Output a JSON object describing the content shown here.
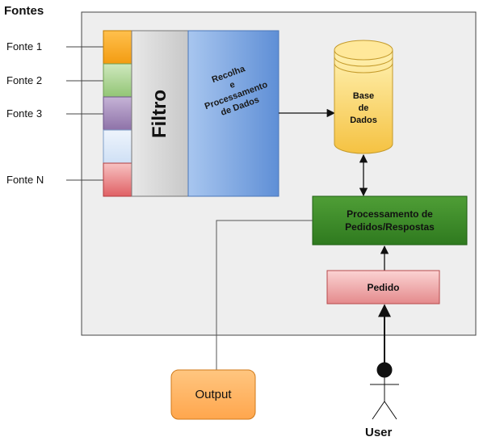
{
  "heading": "Fontes",
  "sources": [
    "Fonte 1",
    "Fonte 2",
    "Fonte 3",
    "Fonte N"
  ],
  "filter_label": "Filtro",
  "collection_lines": [
    "Recolha",
    "e",
    "Processamento",
    "de Dados"
  ],
  "database_lines": [
    "Base",
    "de",
    "Dados"
  ],
  "processing_lines": [
    "Processamento de",
    "Pedidos/Respostas"
  ],
  "request_label": "Pedido",
  "output_label": "Output",
  "user_label": "User",
  "colors": {
    "panel": "#eeeeee",
    "source_orange": "#f5a623",
    "source_green": "#a8d08d",
    "source_purple": "#9e85b6",
    "source_light_blue": "#dbe8f8",
    "source_red": "#e8787a",
    "filter": "#d4d4d4",
    "collection": "#7ea6e0",
    "database": "#ffd966",
    "processing": "#3f8e2a",
    "request": "#f4a6a6",
    "output": "#ffb366"
  }
}
